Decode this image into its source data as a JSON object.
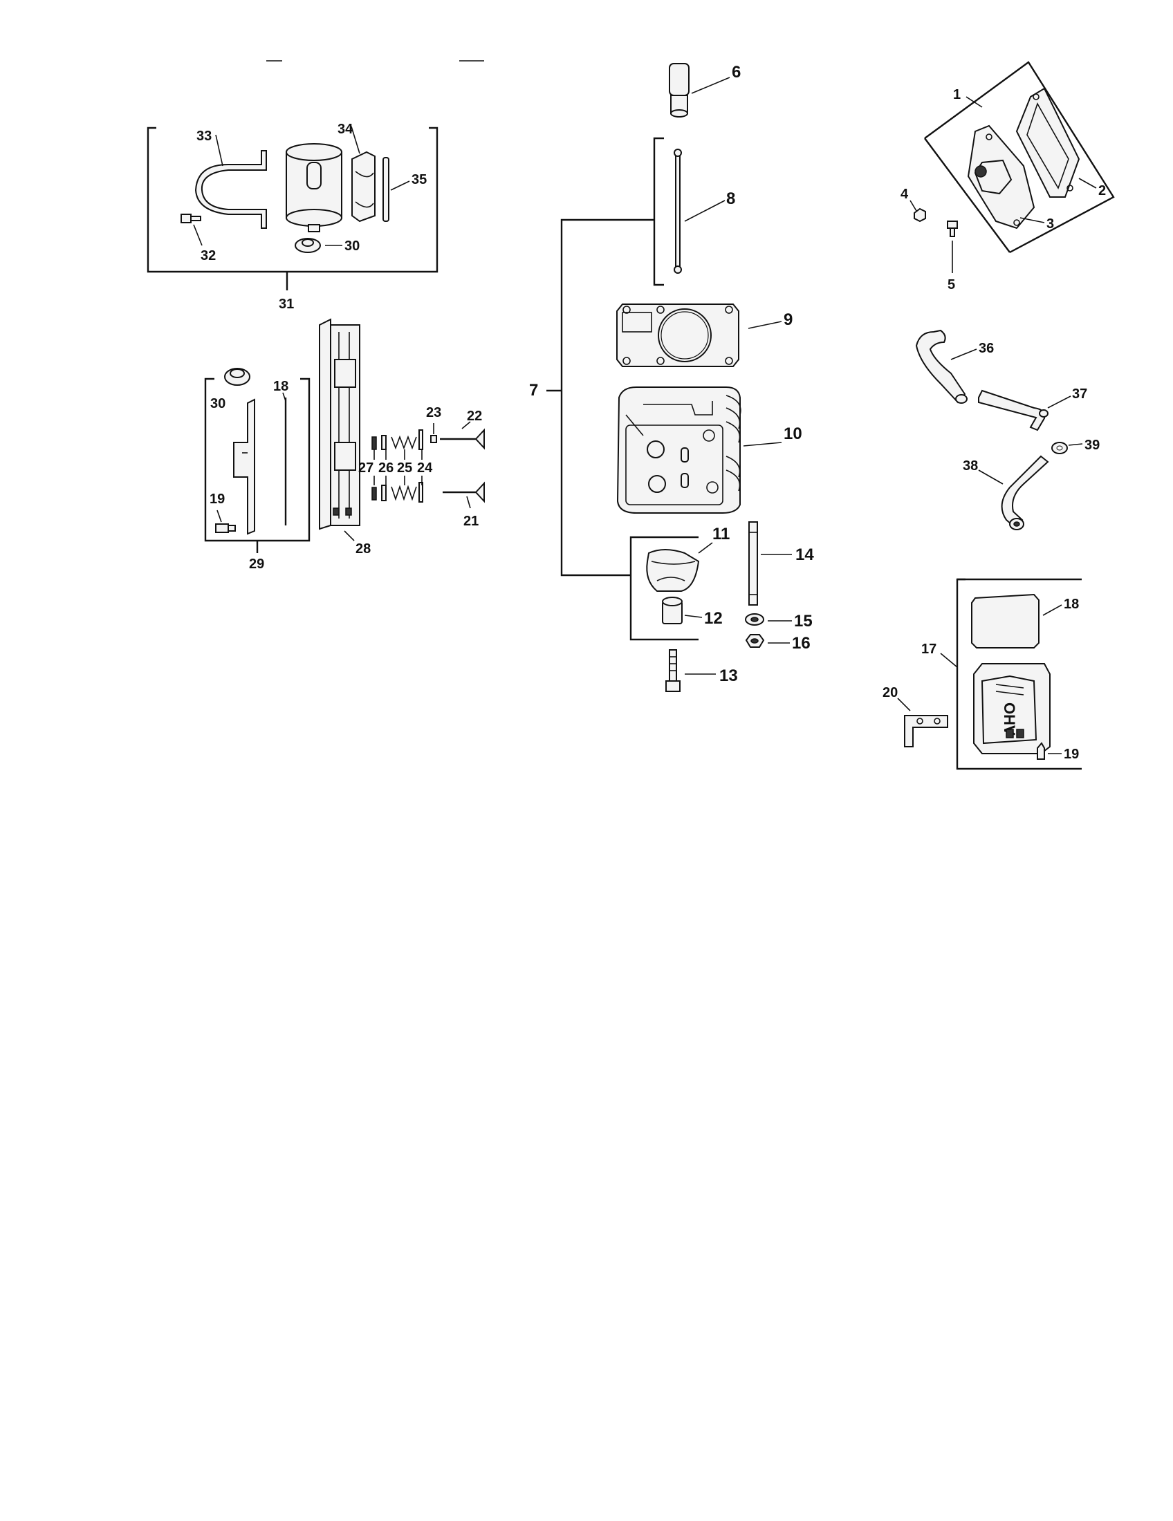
{
  "diagram": {
    "callouts": {
      "c1": "1",
      "c2": "2",
      "c3": "3",
      "c4": "4",
      "c5": "5",
      "c6": "6",
      "c7": "7",
      "c8": "8",
      "c9": "9",
      "c10": "10",
      "c11": "11",
      "c12": "12",
      "c13": "13",
      "c14": "14",
      "c15": "15",
      "c16": "16",
      "c17": "17",
      "c18a": "18",
      "c18b": "18",
      "c19a": "19",
      "c19b": "19",
      "c20": "20",
      "c21": "21",
      "c22": "22",
      "c23": "23",
      "c24": "24",
      "c25": "25",
      "c26": "26",
      "c27": "27",
      "c28": "28",
      "c29": "29",
      "c30a": "30",
      "c30b": "30",
      "c31": "31",
      "c32": "32",
      "c33": "33",
      "c34": "34",
      "c35": "35",
      "c36": "36",
      "c37": "37",
      "c38": "38",
      "c39": "39"
    },
    "cover_embossed_text": "OHV"
  }
}
